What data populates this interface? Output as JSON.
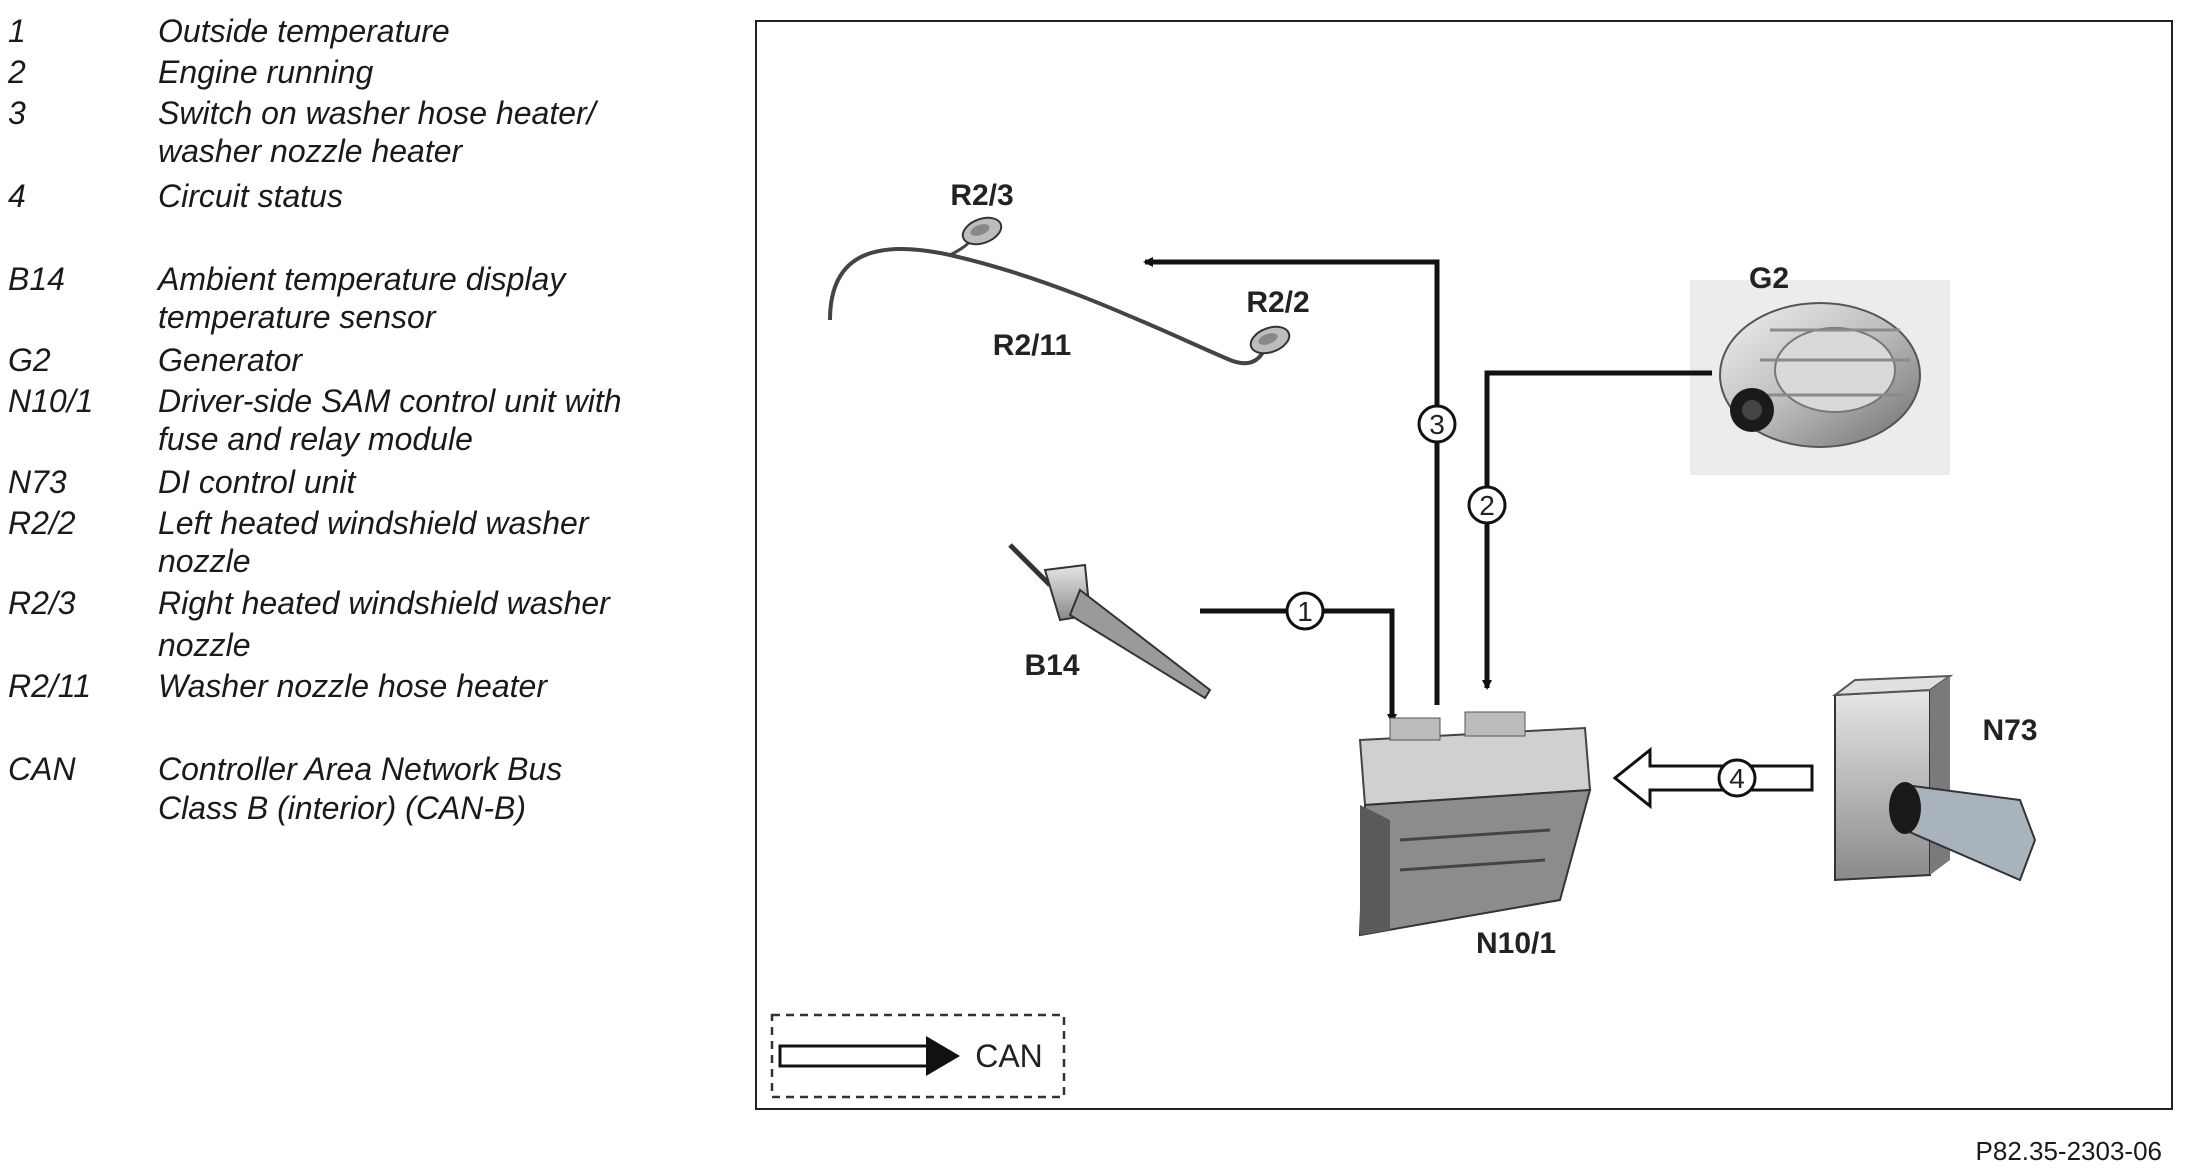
{
  "legend": [
    {
      "key": "1",
      "text": [
        "Outside temperature"
      ]
    },
    {
      "key": "2",
      "text": [
        "Engine running"
      ]
    },
    {
      "key": "3",
      "text": [
        "Switch on washer hose heater/",
        "washer nozzle heater"
      ]
    },
    {
      "key": "4",
      "text": [
        "Circuit status"
      ]
    },
    {
      "key": "B14",
      "text": [
        "Ambient temperature display",
        "temperature sensor"
      ]
    },
    {
      "key": "G2",
      "text": [
        "Generator"
      ]
    },
    {
      "key": "N10/1",
      "text": [
        "Driver-side SAM control unit with",
        "fuse and relay module"
      ]
    },
    {
      "key": "N73",
      "text": [
        "DI control unit"
      ]
    },
    {
      "key": "R2/2",
      "text": [
        "Left heated windshield washer",
        "nozzle"
      ]
    },
    {
      "key": "R2/3",
      "text": [
        "Right heated windshield washer",
        "nozzle"
      ]
    },
    {
      "key": "R2/11",
      "text": [
        "Washer nozzle hose heater"
      ]
    },
    {
      "key": "CAN",
      "text": [
        "Controller Area Network Bus",
        "Class B (interior) (CAN-B)"
      ]
    }
  ],
  "diagram": {
    "components": {
      "r23": "R2/3",
      "r22": "R2/2",
      "r211": "R2/11",
      "g2": "G2",
      "b14": "B14",
      "n73": "N73",
      "n101": "N10/1"
    },
    "signals": {
      "s1": "1",
      "s2": "2",
      "s3": "3",
      "s4": "4"
    },
    "can_legend": "CAN"
  },
  "footer": {
    "figure_id": "P82.35-2303-06"
  }
}
